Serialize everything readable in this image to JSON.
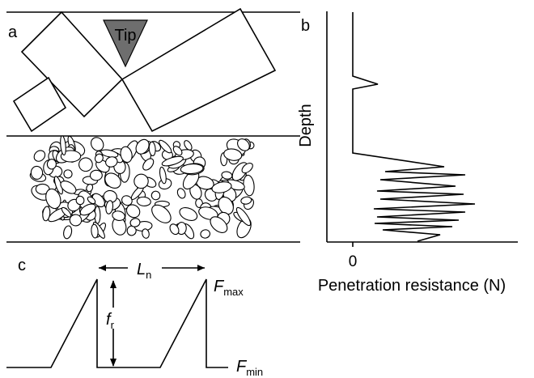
{
  "panel_a": {
    "label": "a",
    "tip_label": "Tip",
    "tip_color": "#6e6e6e"
  },
  "panel_b": {
    "label": "b",
    "y_axis_label": "Depth",
    "x_axis_label": "Penetration  resistance (N)",
    "x_tick_label": "0"
  },
  "panel_c": {
    "label": "c",
    "L_symbol": "L",
    "L_subscript": "n",
    "f_symbol": "f",
    "f_subscript": "r",
    "Fmax_symbol": "F",
    "Fmax_subscript": "max",
    "Fmin_symbol": "F",
    "Fmin_subscript": "min"
  }
}
